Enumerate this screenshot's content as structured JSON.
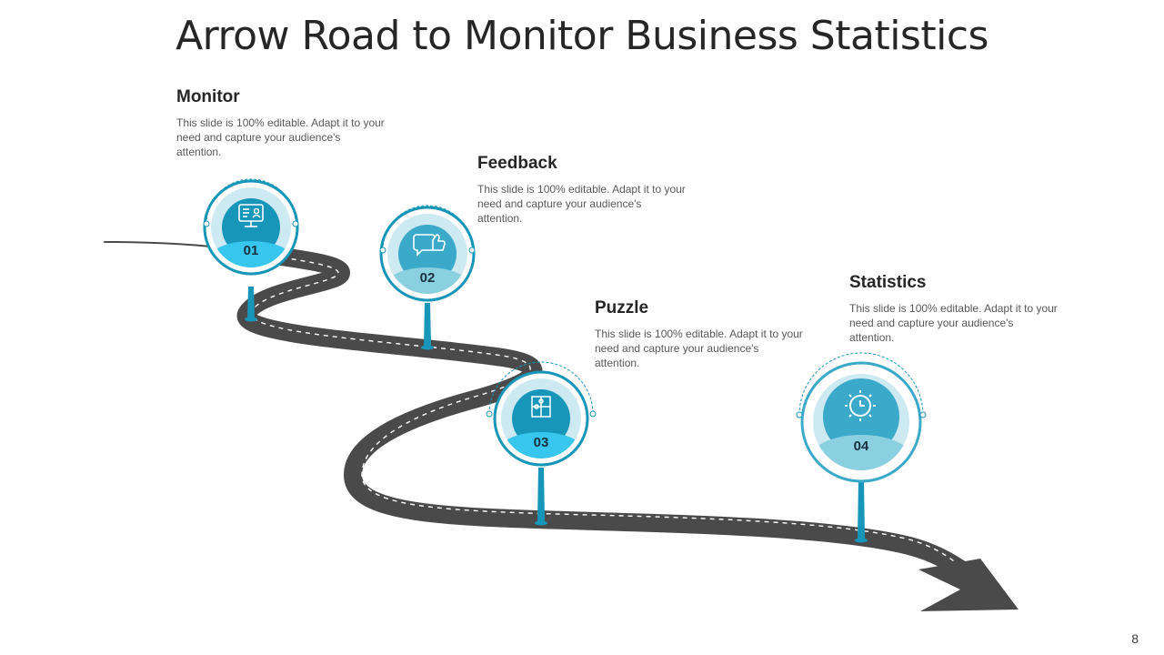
{
  "title": "Arrow Road to Monitor Business Statistics",
  "page_number": "8",
  "colors": {
    "road": "#4a4a4a",
    "accent_dark": "#1796b9",
    "accent_bright": "#37c6ee",
    "accent_light": "#8ad0e0",
    "ring_pale": "#cde9f1"
  },
  "steps": [
    {
      "number": "01",
      "heading": "Monitor",
      "text": "This slide is 100% editable. Adapt it to your need and capture your audience's attention.",
      "icon": "monitor-presentation-icon"
    },
    {
      "number": "02",
      "heading": "Feedback",
      "text": "This slide is 100% editable. Adapt it to your need and capture your audience's attention.",
      "icon": "thumbs-up-chat-icon"
    },
    {
      "number": "03",
      "heading": "Puzzle",
      "text": "This slide is 100% editable. Adapt it to your need and capture your audience's attention.",
      "icon": "puzzle-icon"
    },
    {
      "number": "04",
      "heading": "Statistics",
      "text": "This slide is 100% editable. Adapt it to your need and capture your audience's attention.",
      "icon": "gear-pie-chart-icon"
    }
  ]
}
